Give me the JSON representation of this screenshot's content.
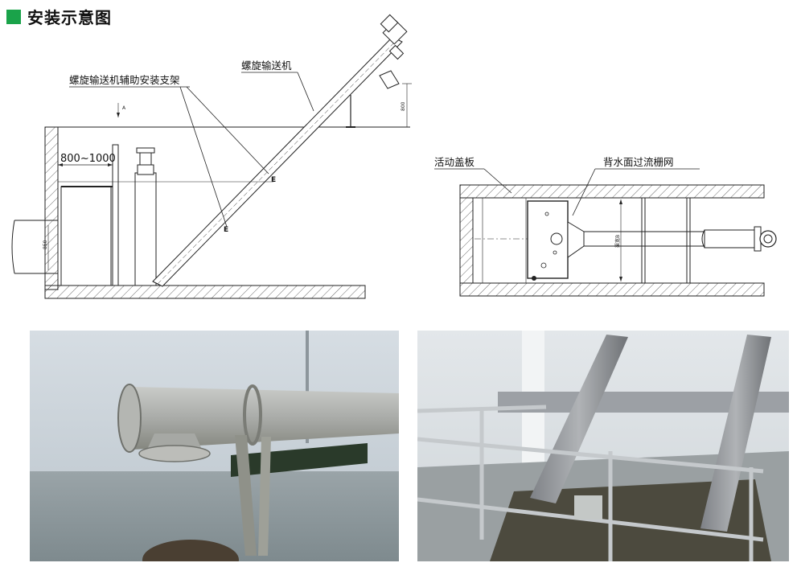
{
  "header": {
    "title": "安装示意图",
    "accent_color": "#1aa34a"
  },
  "left_drawing": {
    "label_conveyor": "螺旋输送机",
    "label_support": "螺旋输送机辅助安装支架",
    "dim_width": "800~1000",
    "dim_height": "800",
    "dim_channel": "850",
    "marker_a": "A",
    "marker_e1": "E",
    "marker_e2": "E"
  },
  "right_drawing": {
    "label_cover": "活动盖板",
    "label_screen": "背水面过流栅网",
    "dim_channel": "渠宽B"
  },
  "photos": [
    {
      "name": "photo-conveyor-inlet"
    },
    {
      "name": "photo-conveyor-installation"
    }
  ]
}
